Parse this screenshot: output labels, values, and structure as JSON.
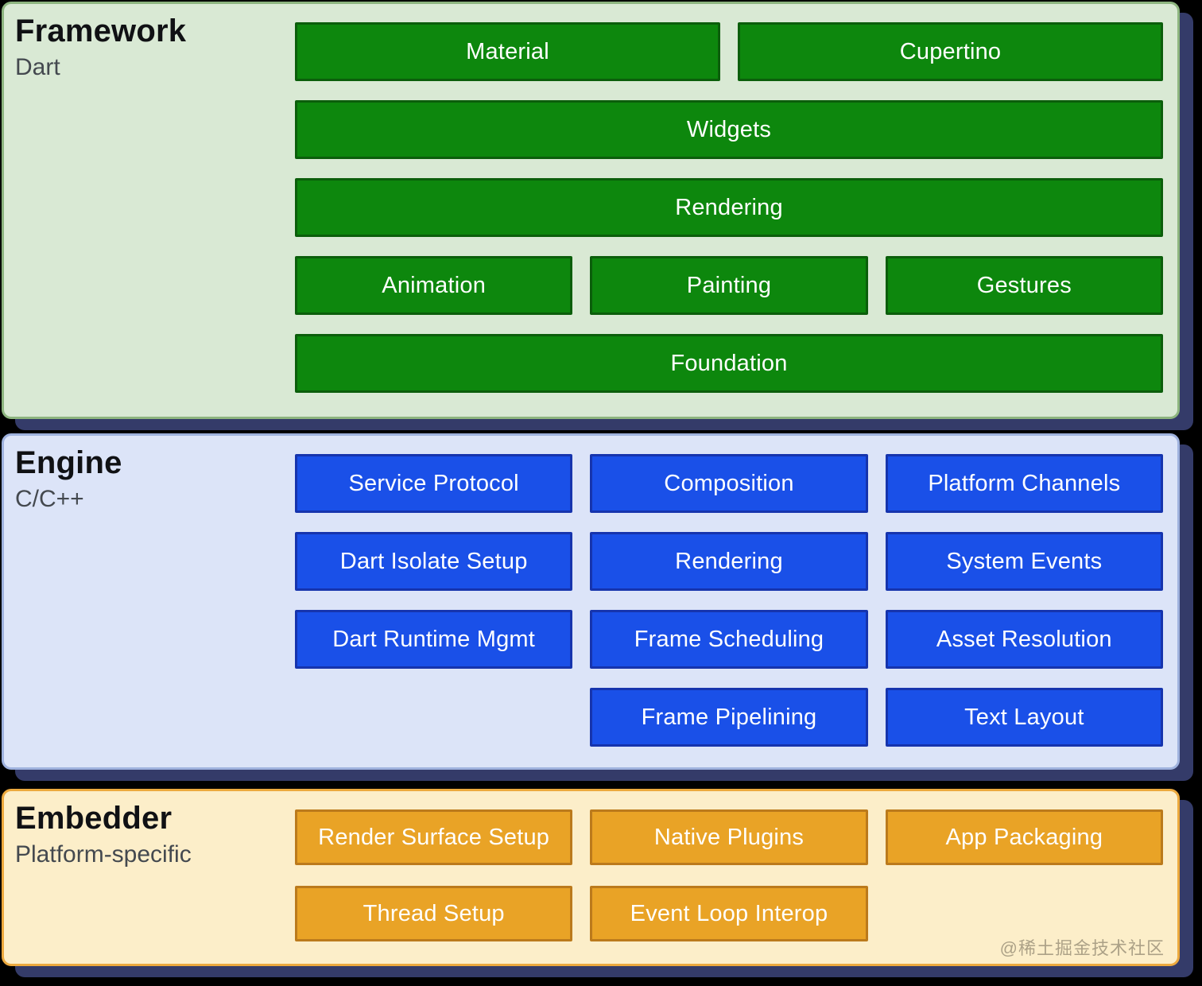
{
  "colors": {
    "background": "#000000",
    "shadow": "#343b69"
  },
  "watermark": "@稀土掘金技术社区",
  "sections": [
    {
      "name": "framework",
      "title": "Framework",
      "subtitle": "Dart",
      "colors": {
        "bg": "#d9e9d4",
        "border": "#8db57f",
        "button_bg": "#0d870d",
        "button_border": "#0b5e0b",
        "button_text": "#ffffff"
      },
      "buttons": [
        {
          "label": "Material",
          "span": 3
        },
        {
          "label": "Cupertino",
          "span": 3
        },
        {
          "label": "Widgets",
          "span": 6
        },
        {
          "label": "Rendering",
          "span": 6
        },
        {
          "label": "Animation",
          "span": 2
        },
        {
          "label": "Painting",
          "span": 2
        },
        {
          "label": "Gestures",
          "span": 2
        },
        {
          "label": "Foundation",
          "span": 6
        }
      ]
    },
    {
      "name": "engine",
      "title": "Engine",
      "subtitle": "C/C++",
      "colors": {
        "bg": "#dce4f8",
        "border": "#9fb2de",
        "button_bg": "#1a50e8",
        "button_border": "#1634ad",
        "button_text": "#ffffff"
      },
      "buttons": [
        {
          "label": "Service Protocol",
          "span": 2
        },
        {
          "label": "Composition",
          "span": 2
        },
        {
          "label": "Platform Channels",
          "span": 2
        },
        {
          "label": "Dart Isolate Setup",
          "span": 2
        },
        {
          "label": "Rendering",
          "span": 2
        },
        {
          "label": "System Events",
          "span": 2
        },
        {
          "label": "Dart Runtime Mgmt",
          "span": 2
        },
        {
          "label": "Frame Scheduling",
          "span": 2
        },
        {
          "label": "Asset Resolution",
          "span": 2
        },
        {
          "label": "",
          "span": 2,
          "spacer": true
        },
        {
          "label": "Frame Pipelining",
          "span": 2
        },
        {
          "label": "Text Layout",
          "span": 2
        }
      ]
    },
    {
      "name": "embedder",
      "title": "Embedder",
      "subtitle": "Platform-specific",
      "colors": {
        "bg": "#fceec9",
        "border": "#eca93e",
        "button_bg": "#e9a326",
        "button_border": "#bb7a1c",
        "button_text": "#ffffff"
      },
      "buttons": [
        {
          "label": "Render Surface Setup",
          "span": 2
        },
        {
          "label": "Native Plugins",
          "span": 2
        },
        {
          "label": "App Packaging",
          "span": 2
        },
        {
          "label": "Thread Setup",
          "span": 2
        },
        {
          "label": "Event Loop Interop",
          "span": 2
        }
      ]
    }
  ]
}
